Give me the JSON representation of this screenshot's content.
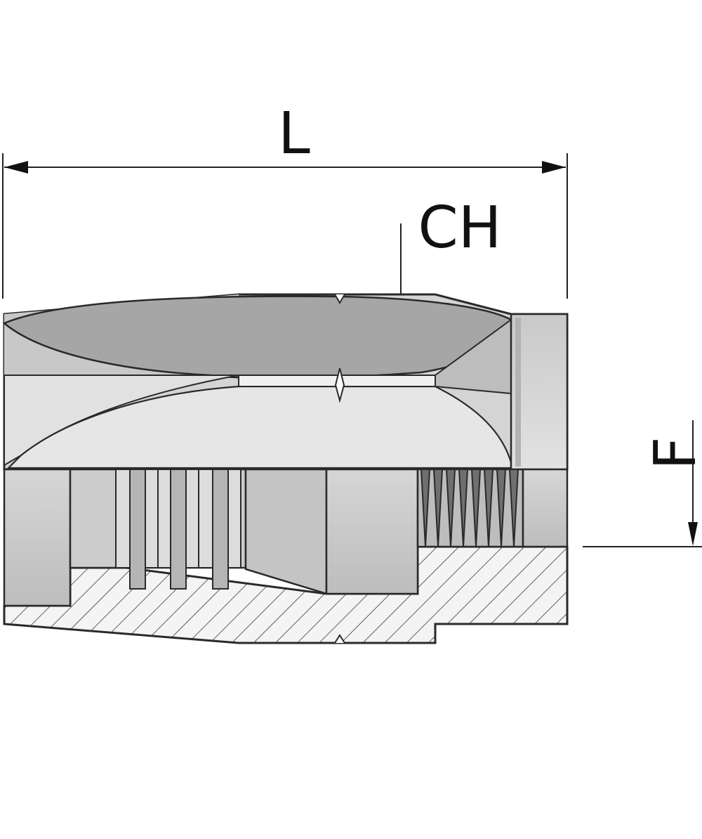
{
  "labels": {
    "length": "L",
    "hex": "CH",
    "thread": "F"
  },
  "colors": {
    "background": "#ffffff",
    "outline": "#2a2a2a",
    "body_light": "#d9d9d9",
    "body_mid": "#c2c2c2",
    "body_dark": "#9e9e9e",
    "face_shade": "#a9a9a9",
    "bore": "#cfcfcf",
    "groove_dark": "#7a7a7a",
    "hatch": "#3a3a3a",
    "section_fill": "#f4f4f4"
  },
  "icons": {
    "dimension_arrow": "arrowhead"
  }
}
